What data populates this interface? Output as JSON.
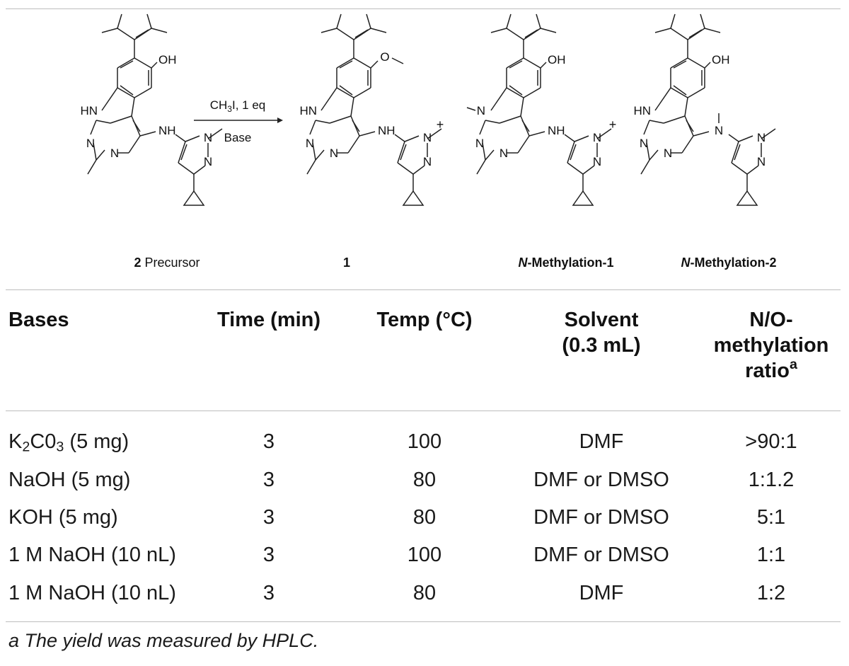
{
  "scheme": {
    "reagent_line1": "CH3I, 1 eq",
    "reagent_line2": "Base",
    "plus": "+",
    "compounds": [
      {
        "label_bold": "2",
        "label_rest": " Precursor"
      },
      {
        "label_bold": "1",
        "label_rest": ""
      },
      {
        "label_bold": "N",
        "label_rest": "-Methylation-1"
      },
      {
        "label_bold": "N",
        "label_rest": "-Methylation-2"
      }
    ],
    "atoms": {
      "iso_n": "N",
      "iso_o": "O",
      "oh": "OH",
      "hn": "HN",
      "n": "N",
      "nh": "NH"
    }
  },
  "table": {
    "headers": {
      "bases": "Bases",
      "time": "Time (min)",
      "temp": "Temp (°C)",
      "solvent_1": "Solvent",
      "solvent_2": "(0.3 mL)",
      "ratio_1": "N/O-",
      "ratio_2": "methylation",
      "ratio_3": "ratio",
      "ratio_sup": "a"
    },
    "rows": [
      {
        "base_pre": "K",
        "base_sub1": "2",
        "base_mid": "C0",
        "base_sub2": "3",
        "base_post": " (5 mg)",
        "time": "3",
        "temp": "100",
        "solvent": "DMF",
        "ratio": ">90:1"
      },
      {
        "base": "NaOH (5 mg)",
        "time": "3",
        "temp": "80",
        "solvent": "DMF or DMSO",
        "ratio": "1:1.2"
      },
      {
        "base": "KOH (5 mg)",
        "time": "3",
        "temp": "80",
        "solvent": "DMF or DMSO",
        "ratio": "5:1"
      },
      {
        "base": "1 M NaOH (10 nL)",
        "time": "3",
        "temp": "100",
        "solvent": "DMF or DMSO",
        "ratio": "1:1"
      },
      {
        "base": "1 M NaOH (10 nL)",
        "time": "3",
        "temp": "80",
        "solvent": "DMF",
        "ratio": "1:2"
      }
    ]
  },
  "footnote": "a The yield was measured by HPLC."
}
